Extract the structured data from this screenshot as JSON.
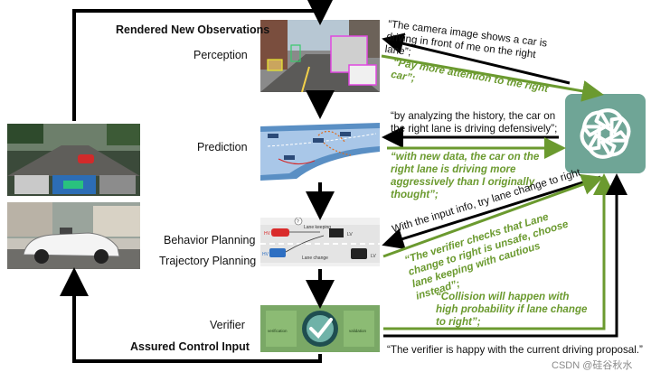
{
  "labels": {
    "rendered": "Rendered New Observations",
    "perception": "Perception",
    "prediction": "Prediction",
    "behavior": "Behavior Planning",
    "trajectory": "Trajectory Planning",
    "verifier": "Verifier",
    "assured": "Assured Control Input"
  },
  "messages": {
    "m1": "“The camera image shows a car is driving in front of me on the right lane”;",
    "m2": "“Pay more attention to the right car”;",
    "m3": "“by analyzing the history, the car on the right lane is driving defensively”;",
    "m4": "“with new data, the car on the right lane is driving more aggressively than I originally thought”;",
    "m5": "With the input info, try lane change to right",
    "m6": "“The verifier checks that Lane change to right is unsafe, choose lane keeping with cautious instead”;",
    "m7": "“Collision will happen with high probability if lane change to right”;",
    "m8": "“The verifier is happy with the current driving proposal.”"
  },
  "plan_labels": {
    "keep": "Lane keeping",
    "change": "Lane change",
    "hv1": "HV",
    "lv1": "LV",
    "hv2": "HV",
    "lv2": "LV"
  },
  "verifier_labels": {
    "left": "verification",
    "right": "validation"
  },
  "watermark": "CSDN @硅谷秋水",
  "colors": {
    "green": "#6b9a2f",
    "teal": "#6fa596",
    "black": "#000000"
  },
  "icons": [
    "openai-logo-icon",
    "checkmark-icon",
    "gear-icon",
    "car-icon",
    "truck-icon",
    "bus-icon"
  ]
}
